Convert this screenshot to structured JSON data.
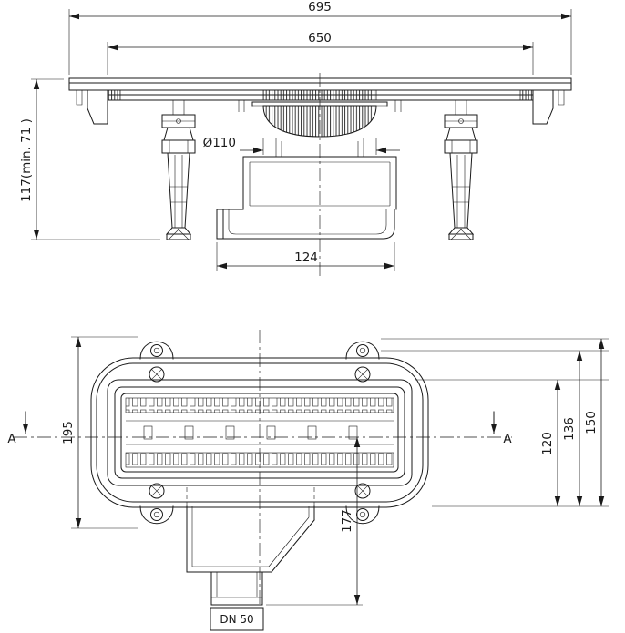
{
  "title": "Shower drain channel technical drawing, two views",
  "colors": {
    "background": "#ffffff",
    "line": "#1a1a1a"
  },
  "front_view": {
    "dims": {
      "overall_width": "695",
      "grate_width": "650",
      "install_height": "117(min. 71 )",
      "dome_diameter": "Ø110",
      "trap_width": "124"
    }
  },
  "plan_view": {
    "dims": {
      "flange_length": "195",
      "outlet_offset": "177",
      "inner_width": "120",
      "hole_spacing": "136",
      "overall_width": "150"
    },
    "section_marker_left": "A",
    "section_marker_right": "A",
    "outlet_label": "DN 50"
  }
}
